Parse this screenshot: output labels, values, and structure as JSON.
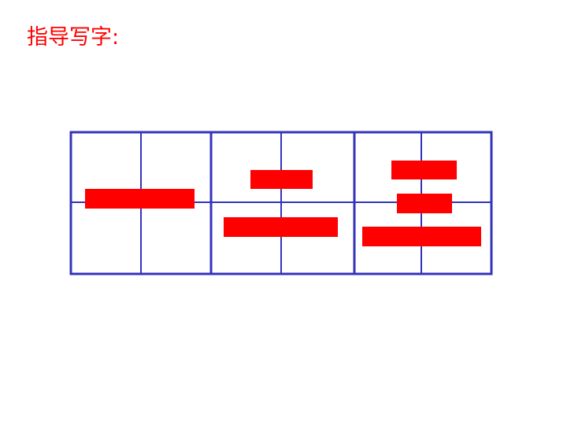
{
  "title": "指导写字:",
  "colors": {
    "title": "#ff0000",
    "grid": "#3333bb",
    "stroke": "#ff0000",
    "background": "#ffffff"
  },
  "grid": {
    "cells": 3,
    "style": "field-grid (tian zi ge) with center cross lines"
  },
  "characters": [
    {
      "name": "yi",
      "stroke_count": 1
    },
    {
      "name": "er",
      "stroke_count": 2
    },
    {
      "name": "san",
      "stroke_count": 3
    }
  ]
}
